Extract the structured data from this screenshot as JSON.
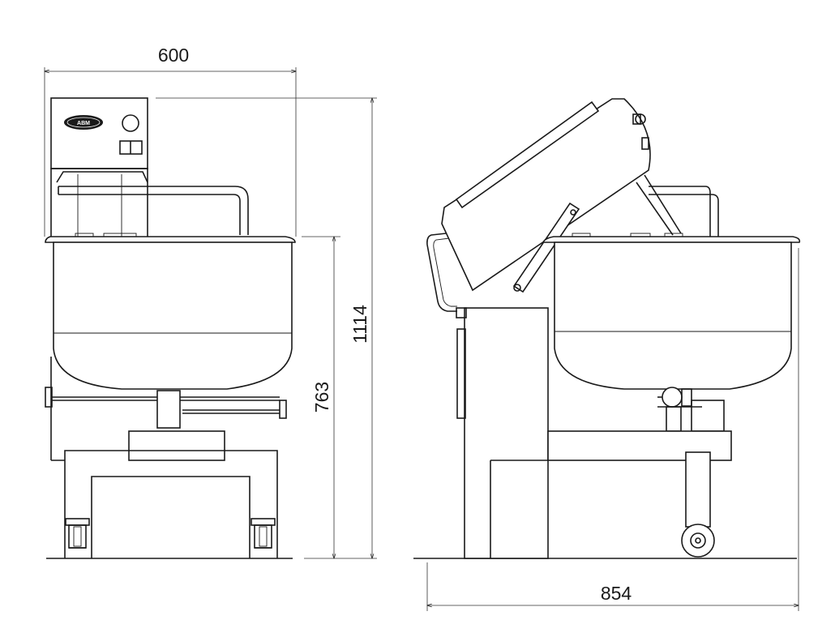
{
  "dimensions": {
    "width": "600",
    "height_total": "1114",
    "height_bowl": "763",
    "depth": "854"
  },
  "logo": {
    "brand": "ABM"
  }
}
